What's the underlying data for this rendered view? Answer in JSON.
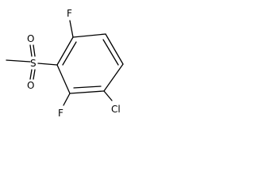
{
  "molecule": {
    "atoms": {
      "fluorine_top": "F",
      "fluorine_bottom": "F",
      "chlorine": "Cl",
      "sulfur": "S",
      "oxygen_top": "O",
      "oxygen_bottom": "O"
    }
  },
  "colors": {
    "bond": "#000000",
    "label": "#000000",
    "background": "#ffffff"
  }
}
